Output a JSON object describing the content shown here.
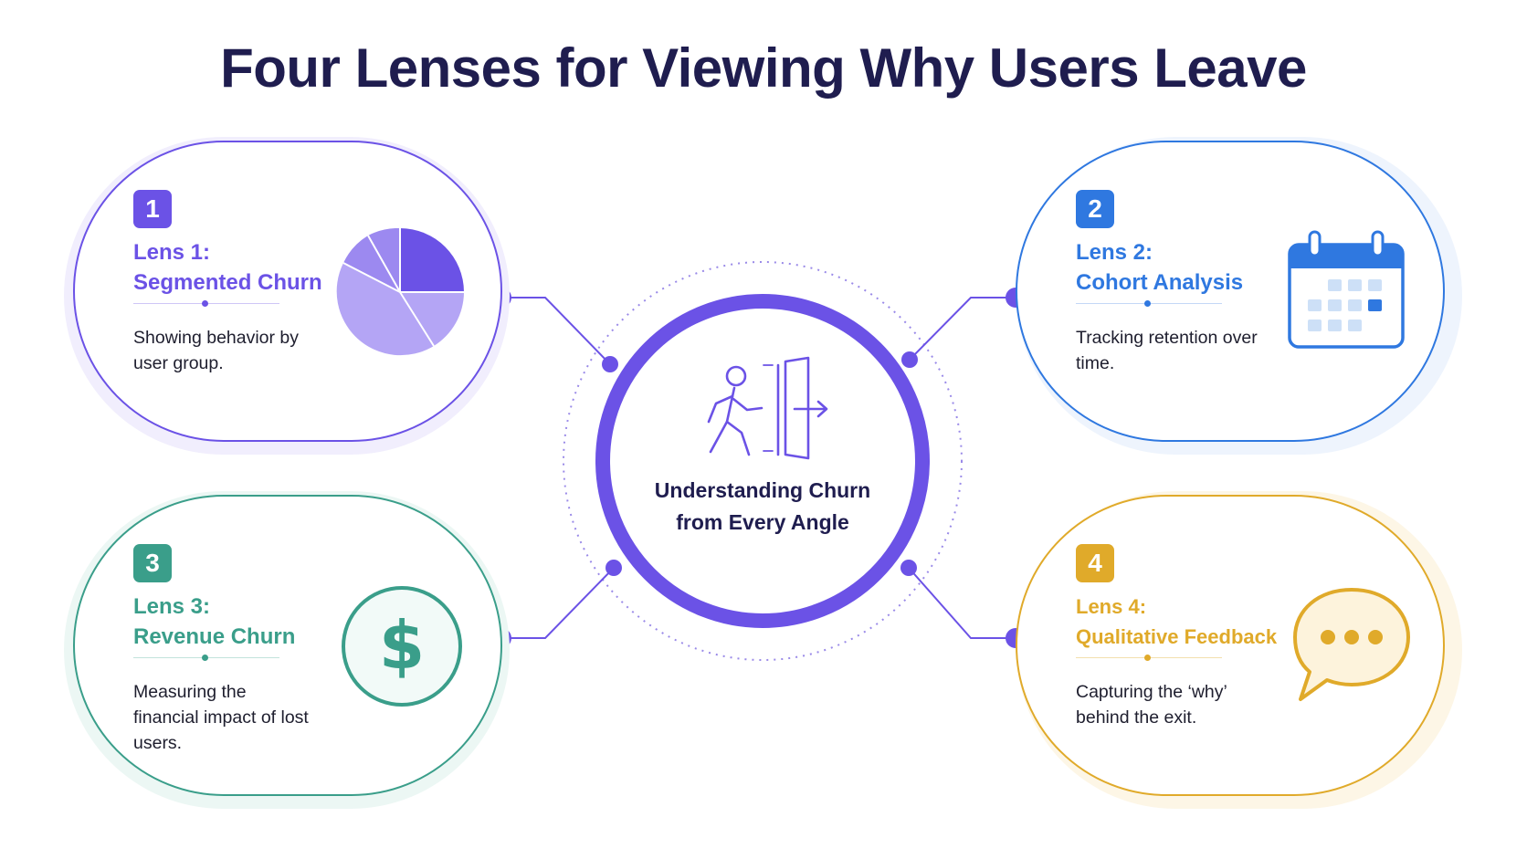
{
  "title": "Four Lenses for Viewing Why Users Leave",
  "center": {
    "label": "Understanding Churn from Every Angle",
    "icon": "person-exiting-door-icon",
    "color": "#6b52e6"
  },
  "lenses": [
    {
      "number": "1",
      "title": "Lens 1:",
      "subtitle": "Segmented Churn",
      "description": "Showing behavior by user group.",
      "icon": "pie-chart-icon",
      "color": "#6b52e6"
    },
    {
      "number": "2",
      "title": "Lens 2:",
      "subtitle": "Cohort Analysis",
      "description": "Tracking retention over time.",
      "icon": "calendar-icon",
      "color": "#2f78e0"
    },
    {
      "number": "3",
      "title": "Lens 3:",
      "subtitle": "Revenue Churn",
      "description": "Measuring the financial impact of lost users.",
      "icon": "dollar-icon",
      "color": "#3a9e8a"
    },
    {
      "number": "4",
      "title": "Lens 4:",
      "subtitle": "Qualitative Feedback",
      "description": "Capturing the ‘why’ behind the exit.",
      "icon": "speech-bubble-icon",
      "color": "#e0aa2a"
    }
  ]
}
